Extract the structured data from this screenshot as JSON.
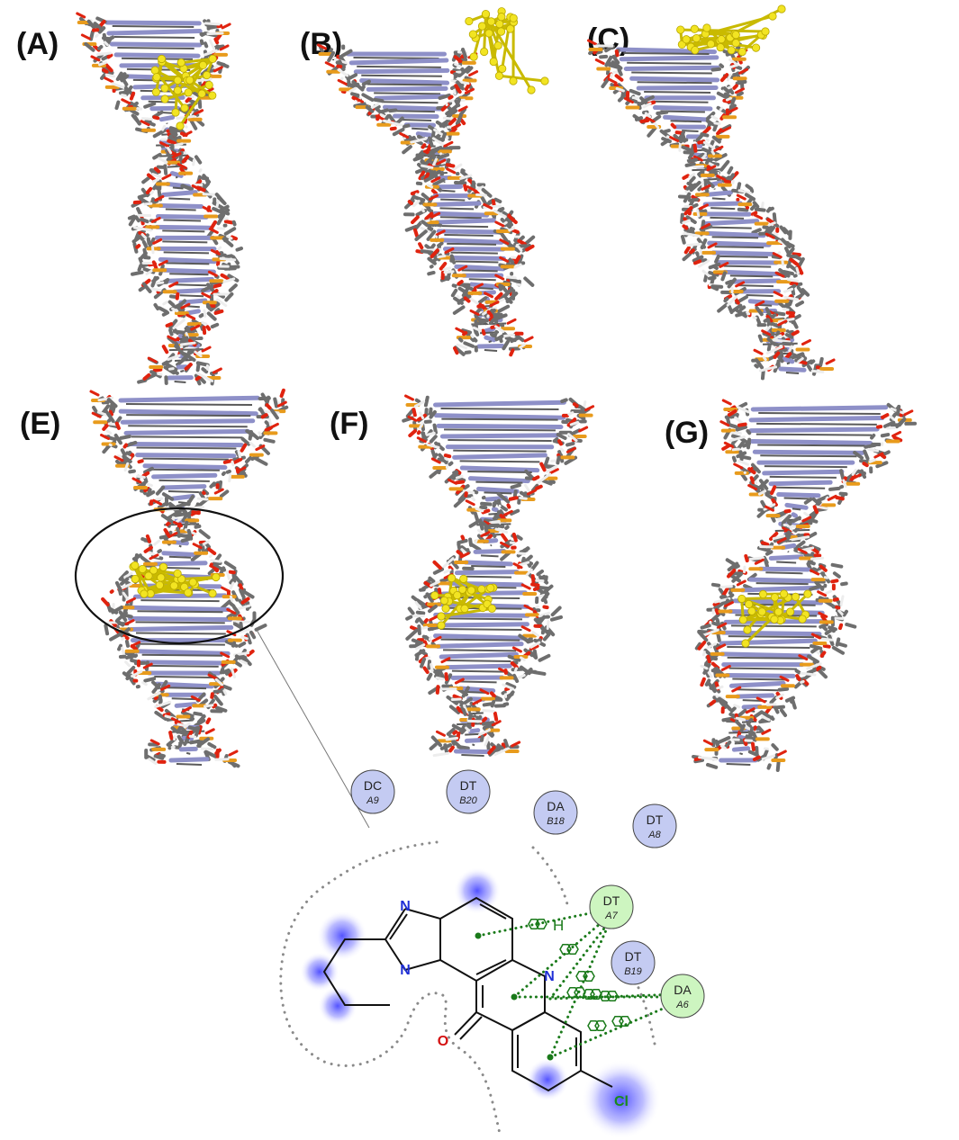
{
  "panels": [
    {
      "id": "A",
      "label": "(A)",
      "ligand": "groove-top"
    },
    {
      "id": "B",
      "label": "(B)",
      "ligand": "outside-top"
    },
    {
      "id": "C",
      "label": "(C)",
      "ligand": "outside-top"
    },
    {
      "id": "E",
      "label": "(E)",
      "ligand": "intercalated"
    },
    {
      "id": "F",
      "label": "(F)",
      "ligand": "intercalated"
    },
    {
      "id": "G",
      "label": "(G)",
      "ligand": "intercalated"
    }
  ],
  "interaction_diagram": {
    "residues": [
      {
        "id": "dc-a9",
        "name": "DC",
        "chain": "A9",
        "type": "other"
      },
      {
        "id": "dt-b20",
        "name": "DT",
        "chain": "B20",
        "type": "other"
      },
      {
        "id": "da-b18",
        "name": "DA",
        "chain": "B18",
        "type": "other"
      },
      {
        "id": "dt-a8",
        "name": "DT",
        "chain": "A8",
        "type": "other"
      },
      {
        "id": "dt-a7",
        "name": "DT",
        "chain": "A7",
        "type": "pi-interaction"
      },
      {
        "id": "dt-b19",
        "name": "DT",
        "chain": "B19",
        "type": "other"
      },
      {
        "id": "da-a6",
        "name": "DA",
        "chain": "A6",
        "type": "pi-interaction"
      }
    ],
    "atoms": {
      "n_top": "N",
      "n_bottom": "N",
      "n_ring": "N",
      "oxygen": "O",
      "chlorine": "Cl",
      "h_label": "H"
    }
  },
  "colors": {
    "ligand": "#f2e422",
    "carbon": "#6e6e6e",
    "oxygen": "#e0230f",
    "phosphorus": "#e89b1c",
    "nitrogen_base": "#8e90c8",
    "hydrogen": "#ededed",
    "residue_other": "#c4cbf2",
    "residue_pi": "#cdf5c0",
    "interaction": "#1a7a1a",
    "solvent": "#3a3aff"
  }
}
